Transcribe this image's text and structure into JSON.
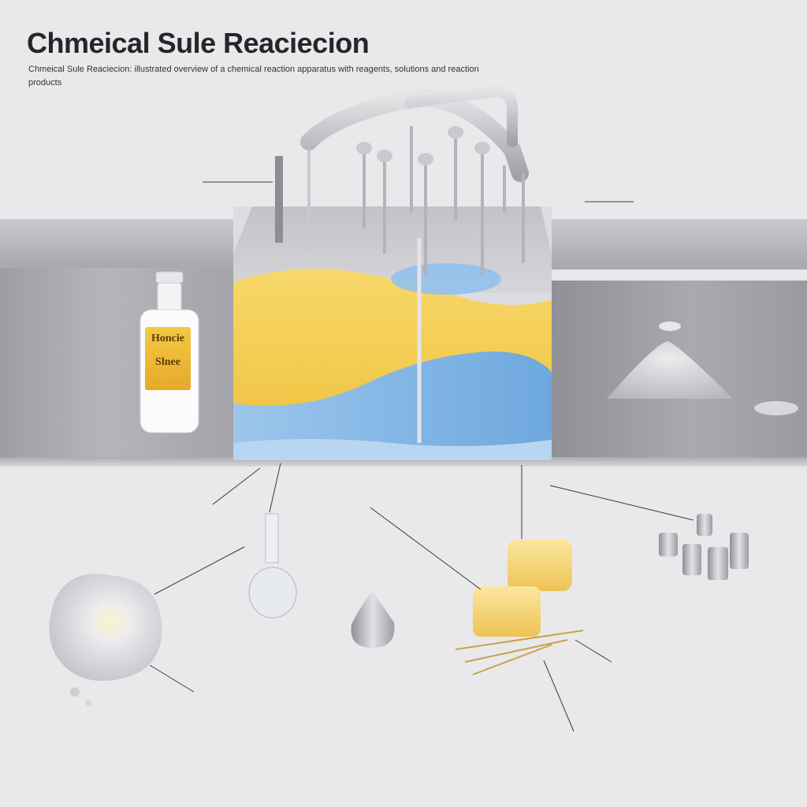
{
  "title": "Chmeical Sule Reaciecion",
  "subtitle": "Chmeical Sule Reaciecion: illustrated overview of a chemical reaction apparatus with reagents, solutions and reaction products",
  "colors": {
    "background": "#e9e9ec",
    "solution_yellow": "#f2c94c",
    "solution_blue": "#7fb6e6",
    "panel_gray": "#a9a9af",
    "pipe_gray": "#c4c4c8"
  },
  "bottle": {
    "label_line1": "Honcie",
    "label_line2": "Slnee"
  },
  "icons": [
    "pipe-manifold-icon",
    "reagent-bottle-icon",
    "flask-icon",
    "droplet-icon",
    "crystal-blob-icon",
    "yellow-cube-icon",
    "cylinder-cluster-icon",
    "powder-pile-icon"
  ]
}
